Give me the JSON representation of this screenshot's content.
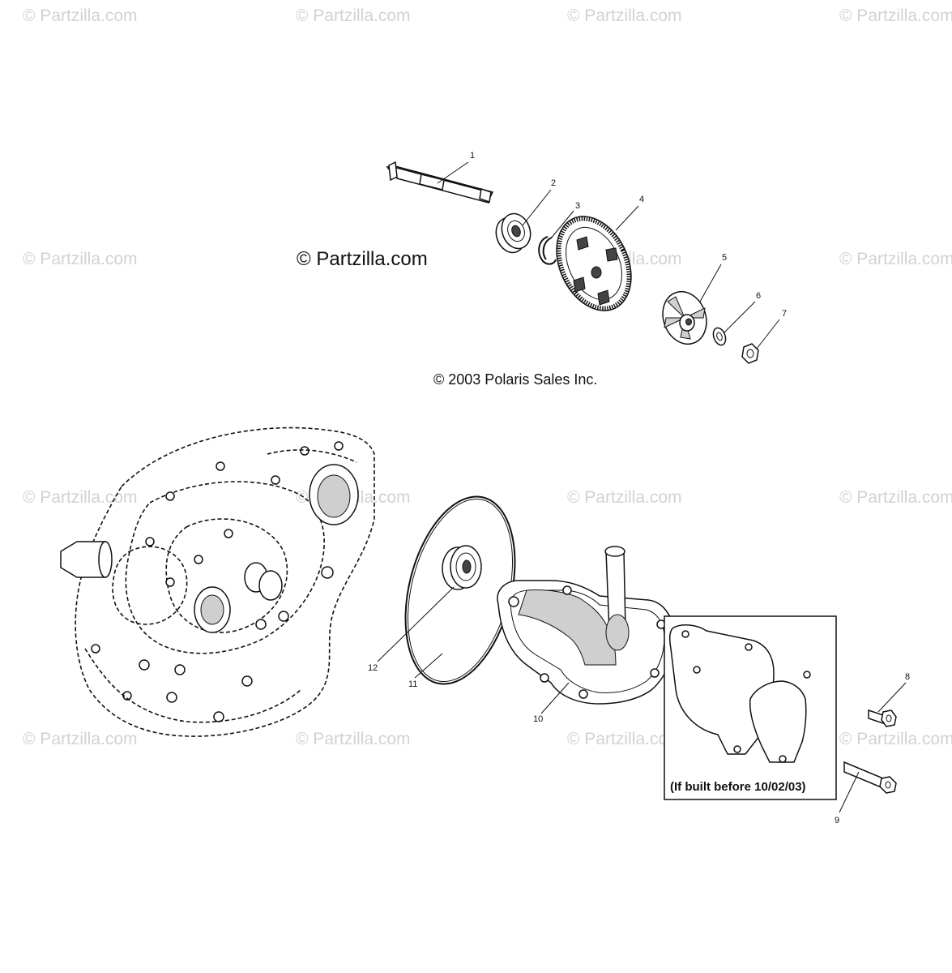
{
  "watermark": {
    "text": "© Partzilla.com"
  },
  "copyright_partzilla": "© Partzilla.com",
  "copyright_polaris": "© 2003 Polaris Sales Inc.",
  "inset_note": "(If built before 10/02/03)",
  "callouts": [
    {
      "number": "1",
      "part": "shaft"
    },
    {
      "number": "2",
      "part": "bearing"
    },
    {
      "number": "3",
      "part": "retaining-ring"
    },
    {
      "number": "4",
      "part": "gear"
    },
    {
      "number": "5",
      "part": "impeller"
    },
    {
      "number": "6",
      "part": "washer"
    },
    {
      "number": "7",
      "part": "nut"
    },
    {
      "number": "8",
      "part": "short-bolt"
    },
    {
      "number": "9",
      "part": "long-bolt"
    },
    {
      "number": "10",
      "part": "water-pump-cover"
    },
    {
      "number": "11",
      "part": "o-ring"
    },
    {
      "number": "12",
      "part": "seal"
    }
  ]
}
